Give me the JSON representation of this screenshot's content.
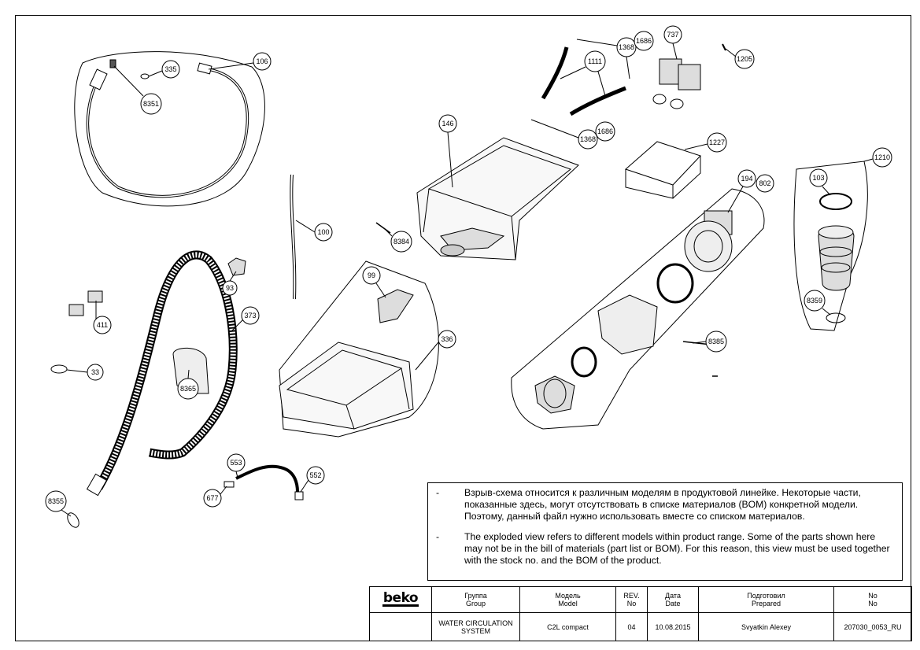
{
  "callouts": [
    {
      "id": "c-106",
      "label": "106"
    },
    {
      "id": "c-335",
      "label": "335"
    },
    {
      "id": "c-8351",
      "label": "8351"
    },
    {
      "id": "c-100",
      "label": "100"
    },
    {
      "id": "c-93",
      "label": "93"
    },
    {
      "id": "c-411",
      "label": "411"
    },
    {
      "id": "c-373",
      "label": "373"
    },
    {
      "id": "c-33",
      "label": "33"
    },
    {
      "id": "c-8365",
      "label": "8365"
    },
    {
      "id": "c-8355",
      "label": "8355"
    },
    {
      "id": "c-553",
      "label": "553"
    },
    {
      "id": "c-552",
      "label": "552"
    },
    {
      "id": "c-677",
      "label": "677"
    },
    {
      "id": "c-8384",
      "label": "8384"
    },
    {
      "id": "c-99",
      "label": "99"
    },
    {
      "id": "c-336",
      "label": "336"
    },
    {
      "id": "c-146",
      "label": "146"
    },
    {
      "id": "c-1111",
      "label": "1111"
    },
    {
      "id": "c-1368a",
      "label": "1368"
    },
    {
      "id": "c-1686a",
      "label": "1686"
    },
    {
      "id": "c-737",
      "label": "737"
    },
    {
      "id": "c-1205",
      "label": "1205"
    },
    {
      "id": "c-1368b",
      "label": "1368"
    },
    {
      "id": "c-1686b",
      "label": "1686"
    },
    {
      "id": "c-1227",
      "label": "1227"
    },
    {
      "id": "c-194",
      "label": "194"
    },
    {
      "id": "c-802",
      "label": "802"
    },
    {
      "id": "c-8385",
      "label": "8385"
    },
    {
      "id": "c-103",
      "label": "103"
    },
    {
      "id": "c-1210",
      "label": "1210"
    },
    {
      "id": "c-8359",
      "label": "8359"
    }
  ],
  "notes": {
    "ru_dash": "-",
    "ru": "Взрыв-схема относится к различным моделям в продуктовой линейке. Некоторые части, показанные здесь, могут отсутствовать в списке материалов (BOM) конкретной модели. Поэтому, данный файл нужно использовать вместе со списком материалов.",
    "en_dash": "-",
    "en": "The exploded view refers to different models within product range. Some of the parts shown here may not be in the bill of materials (part list or BOM). For this reason, this view must be used together with the stock no. and the BOM of the product."
  },
  "title_block": {
    "logo": "beko",
    "headers": {
      "group_ru": "Группа",
      "group_en": "Group",
      "model_ru": "Модель",
      "model_en": "Model",
      "rev_top": "REV.",
      "rev_bottom": "No",
      "date_ru": "Дата",
      "date_en": "Date",
      "prepared_ru": "Подготовил",
      "prepared_en": "Prepared",
      "no_top": "No",
      "no_bottom": "No"
    },
    "values": {
      "group_line1": "WATER CIRCULATION",
      "group_line2": "SYSTEM",
      "model": "C2L compact",
      "rev": "04",
      "date": "10.08.2015",
      "prepared": "Svyatkin Alexey",
      "doc_no": "207030_0053_RU"
    }
  }
}
